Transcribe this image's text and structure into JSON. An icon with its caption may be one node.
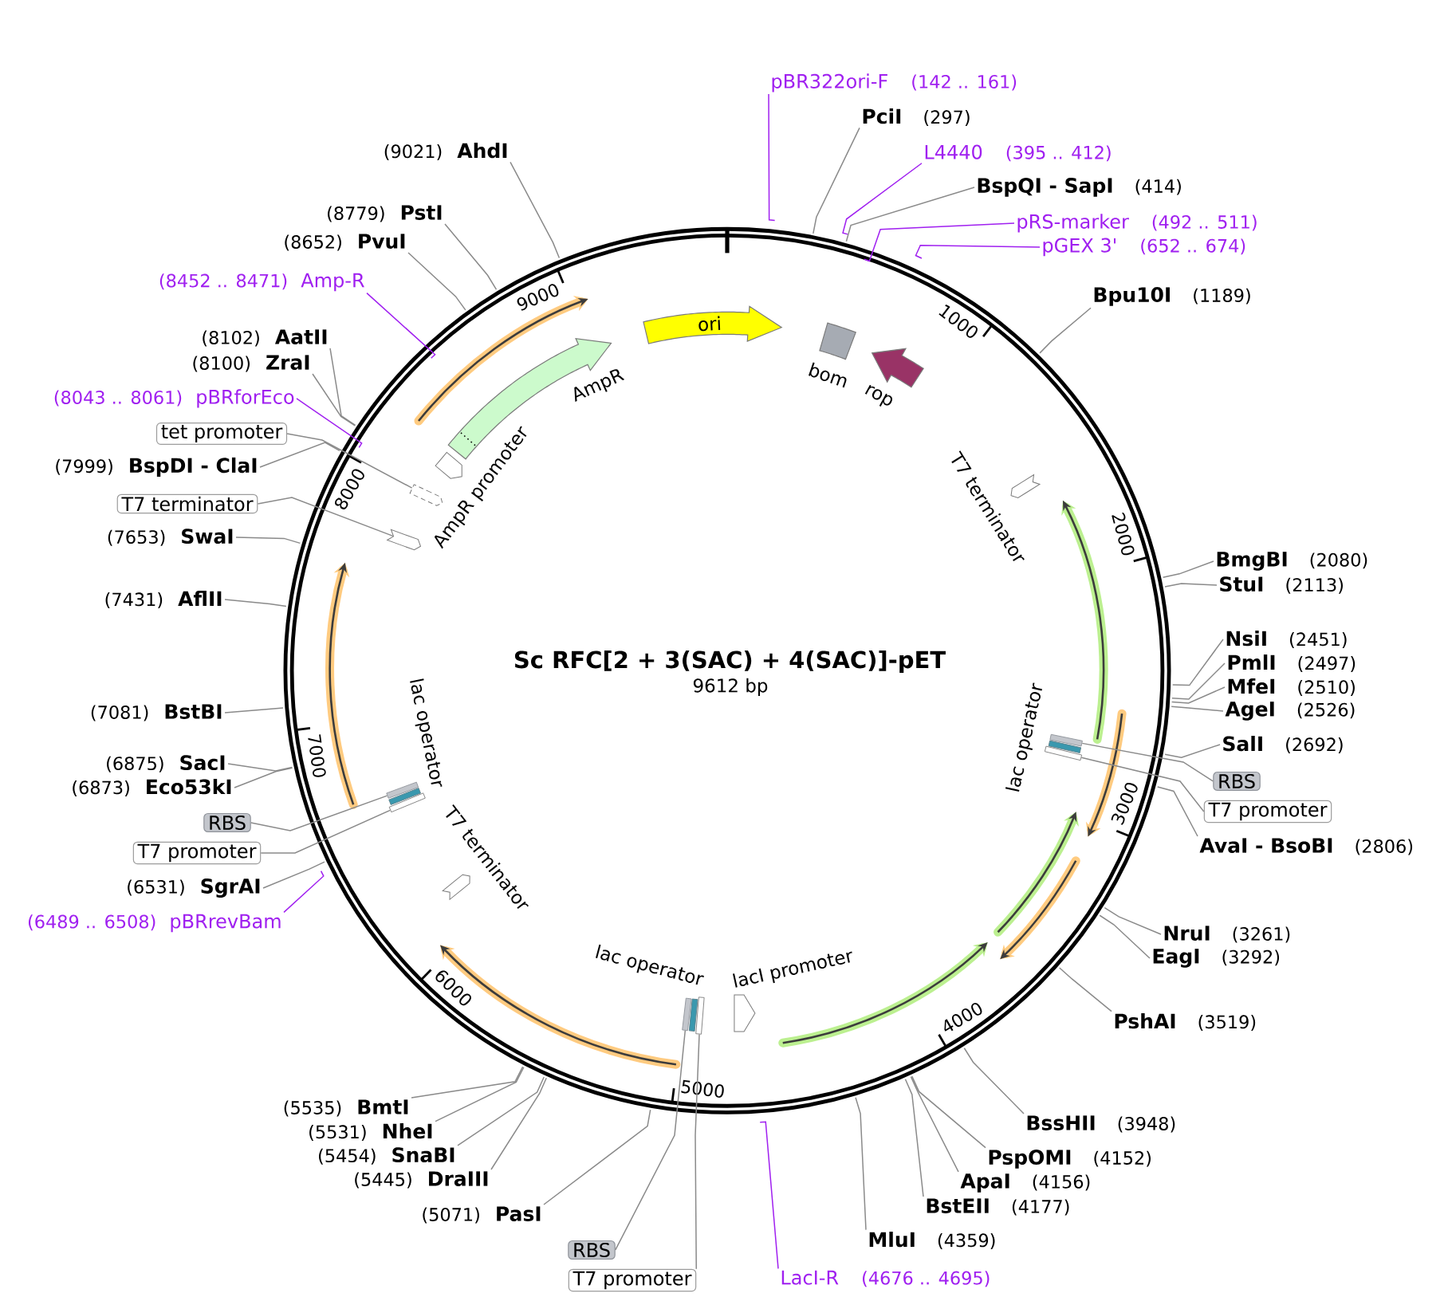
{
  "diagram": {
    "title": "Sc RFC[2 + 3(SAC) + 4(SAC)]-pET",
    "nodes": [
      {
        "text": [
          "pBR322ori-F",
          "(142 .. 161)"
        ]
      },
      {
        "text": [
          "PciI",
          "(297)"
        ]
      },
      {
        "text": [
          "L4440",
          "(395 .. 412)"
        ]
      },
      {
        "text": [
          "BspQI - SapI",
          "(414)"
        ]
      },
      {
        "text": [
          "pRS-marker",
          "(492 .. 511)"
        ]
      },
      {
        "text": [
          "pGEX 3'",
          "(652 .. 674)"
        ]
      },
      {
        "text": [
          "Bpu10I",
          "(1189)"
        ]
      },
      {
        "text": [
          "BmgBI",
          "(2080)"
        ]
      },
      {
        "text": [
          "StuI",
          "(2113)"
        ]
      },
      {
        "text": [
          "NsiI",
          "(2451)"
        ]
      },
      {
        "text": [
          "PmlI",
          "(2497)"
        ]
      },
      {
        "text": [
          "MfeI",
          "(2510)"
        ]
      },
      {
        "text": [
          "AgeI",
          "(2526)"
        ]
      },
      {
        "text": [
          "SalI",
          "(2692)"
        ]
      },
      {
        "text": [
          "RBS"
        ]
      },
      {
        "text": [
          "T7 promoter"
        ]
      },
      {
        "text": [
          "AvaI - BsoBI",
          "(2806)"
        ]
      },
      {
        "text": [
          "NruI",
          "(3261)"
        ]
      },
      {
        "text": [
          "EagI",
          "(3292)"
        ]
      },
      {
        "text": [
          "PshAI",
          "(3519)"
        ]
      },
      {
        "text": [
          "BssHII",
          "(3948)"
        ]
      },
      {
        "text": [
          "PspOMI",
          "(4152)"
        ]
      },
      {
        "text": [
          "ApaI",
          "(4156)"
        ]
      },
      {
        "text": [
          "BstEII",
          "(4177)"
        ]
      },
      {
        "text": [
          "MluI",
          "(4359)"
        ]
      },
      {
        "text": [
          "LacI-R",
          "(4676 .. 4695)"
        ]
      },
      {
        "text": [
          "RBS"
        ]
      },
      {
        "text": [
          "T7 promoter"
        ]
      },
      {
        "text": [
          "(5071)",
          "PasI"
        ]
      },
      {
        "text": [
          "(5445)",
          "DraIII"
        ]
      },
      {
        "text": [
          "(5454)",
          "SnaBI"
        ]
      },
      {
        "text": [
          "(5531)",
          "NheI"
        ]
      },
      {
        "text": [
          "(5535)",
          "BmtI"
        ]
      },
      {
        "text": [
          "(6489 .. 6508)",
          "pBRrevBam"
        ]
      },
      {
        "text": [
          "(6531)",
          "SgrAI"
        ]
      },
      {
        "text": [
          "T7 promoter"
        ]
      },
      {
        "text": [
          "RBS"
        ]
      },
      {
        "text": [
          "(6873)",
          "Eco53kI"
        ]
      },
      {
        "text": [
          "(6875)",
          "SacI"
        ]
      },
      {
        "text": [
          "(7081)",
          "BstBI"
        ]
      },
      {
        "text": [
          "(7431)",
          "AflII"
        ]
      },
      {
        "text": [
          "(7653)",
          "SwaI"
        ]
      },
      {
        "text": [
          "T7 terminator"
        ]
      },
      {
        "text": [
          "(7999)",
          "BspDI - ClaI"
        ]
      },
      {
        "text": [
          "tet promoter"
        ]
      },
      {
        "text": [
          "(8043 .. 8061)",
          "pBRforEco"
        ]
      },
      {
        "text": [
          "(8100)",
          "ZraI"
        ]
      },
      {
        "text": [
          "(8102)",
          "AatII"
        ]
      },
      {
        "text": [
          "(8452 .. 8471)",
          "Amp-R"
        ]
      },
      {
        "text": [
          "(8652)",
          "PvuI"
        ]
      },
      {
        "text": [
          "(8779)",
          "PstI"
        ]
      },
      {
        "text": [
          "(9021)",
          "AhdI"
        ]
      },
      {
        "text": [
          "ori"
        ]
      },
      {
        "text": [
          "bom"
        ]
      },
      {
        "text": [
          "rop"
        ]
      },
      {
        "text": [
          "T7 terminator"
        ]
      },
      {
        "text": [],
        "shape": "bar"
      },
      {
        "text": [
          "lac operator"
        ]
      },
      {
        "text": [],
        "shape": "bar"
      },
      {
        "text": [
          "lacI promoter"
        ]
      },
      {
        "text": [],
        "shape": "bar"
      },
      {
        "text": [
          "lac operator"
        ]
      },
      {
        "text": [],
        "shape": "bar"
      },
      {
        "text": [
          "T7 terminator"
        ]
      },
      {
        "text": [],
        "shape": "bar"
      },
      {
        "text": [
          "lac operator"
        ]
      },
      {
        "text": [],
        "shape": "bar"
      },
      {
        "text": [],
        "shape": "pentagon"
      },
      {
        "text": [],
        "shape": "pentagon"
      },
      {
        "text": [
          "AmpR promoter"
        ]
      },
      {
        "text": [
          "AmpR"
        ]
      }
    ],
    "edges": [
      {
        "from": 0,
        "to": null,
        "arrow": "none",
        "color": "#a020f0"
      },
      {
        "from": 1,
        "to": null,
        "arrow": "none"
      },
      {
        "from": 2,
        "to": null,
        "arrow": "none",
        "color": "#a020f0"
      },
      {
        "from": 3,
        "to": null,
        "arrow": "none"
      },
      {
        "from": 4,
        "to": null,
        "arrow": "none",
        "color": "#a020f0"
      },
      {
        "from": 5,
        "to": null,
        "arrow": "none",
        "color": "#a020f0"
      },
      {
        "from": 6,
        "to": null,
        "arrow": "none"
      },
      {
        "from": 7,
        "to": null,
        "arrow": "none"
      },
      {
        "from": 8,
        "to": null,
        "arrow": "none"
      },
      {
        "from": 9,
        "to": null,
        "arrow": "none"
      },
      {
        "from": 10,
        "to": null,
        "arrow": "none"
      },
      {
        "from": 11,
        "to": null,
        "arrow": "none"
      },
      {
        "from": 12,
        "to": null,
        "arrow": "none"
      },
      {
        "from": 13,
        "to": null,
        "arrow": "none"
      },
      {
        "from": 14,
        "to": 56,
        "arrow": "none"
      },
      {
        "from": 15,
        "to": 58,
        "arrow": "none"
      },
      {
        "from": 16,
        "to": null,
        "arrow": "none"
      },
      {
        "from": 17,
        "to": null,
        "arrow": "none"
      },
      {
        "from": 18,
        "to": null,
        "arrow": "none"
      },
      {
        "from": 19,
        "to": null,
        "arrow": "none"
      },
      {
        "from": 20,
        "to": null,
        "arrow": "none"
      },
      {
        "from": 21,
        "to": null,
        "arrow": "none"
      },
      {
        "from": 22,
        "to": null,
        "arrow": "none"
      },
      {
        "from": 23,
        "to": null,
        "arrow": "none"
      },
      {
        "from": 24,
        "to": null,
        "arrow": "none"
      },
      {
        "from": 25,
        "to": null,
        "arrow": "none",
        "color": "#a020f0"
      },
      {
        "from": 26,
        "to": 60,
        "arrow": "none"
      },
      {
        "from": 27,
        "to": 62,
        "arrow": "none"
      },
      {
        "from": 28,
        "to": null,
        "arrow": "none"
      },
      {
        "from": 29,
        "to": null,
        "arrow": "none"
      },
      {
        "from": 30,
        "to": null,
        "arrow": "none"
      },
      {
        "from": 31,
        "to": null,
        "arrow": "none"
      },
      {
        "from": 32,
        "to": null,
        "arrow": "none"
      },
      {
        "from": 33,
        "to": null,
        "arrow": "none",
        "color": "#a020f0"
      },
      {
        "from": 34,
        "to": null,
        "arrow": "none"
      },
      {
        "from": 35,
        "to": 66,
        "arrow": "none"
      },
      {
        "from": 36,
        "to": 64,
        "arrow": "none"
      },
      {
        "from": 37,
        "to": null,
        "arrow": "none"
      },
      {
        "from": 38,
        "to": null,
        "arrow": "none"
      },
      {
        "from": 39,
        "to": null,
        "arrow": "none"
      },
      {
        "from": 40,
        "to": null,
        "arrow": "none"
      },
      {
        "from": 41,
        "to": null,
        "arrow": "none"
      },
      {
        "from": 42,
        "to": 67,
        "arrow": "none"
      },
      {
        "from": 43,
        "to": null,
        "arrow": "none"
      },
      {
        "from": 44,
        "to": 68,
        "arrow": "none"
      },
      {
        "from": 45,
        "to": null,
        "arrow": "none",
        "color": "#a020f0"
      },
      {
        "from": 46,
        "to": null,
        "arrow": "none"
      },
      {
        "from": 47,
        "to": null,
        "arrow": "none"
      },
      {
        "from": 48,
        "to": null,
        "arrow": "none",
        "color": "#a020f0"
      },
      {
        "from": 49,
        "to": null,
        "arrow": "none"
      },
      {
        "from": 50,
        "to": null,
        "arrow": "none"
      },
      {
        "from": 51,
        "to": null,
        "arrow": "none"
      }
    ],
    "labels": [
      "9612 bp",
      "1000",
      "2000",
      "3000",
      "4000",
      "5000",
      "6000",
      "7000",
      "8000",
      "9000"
    ]
  }
}
